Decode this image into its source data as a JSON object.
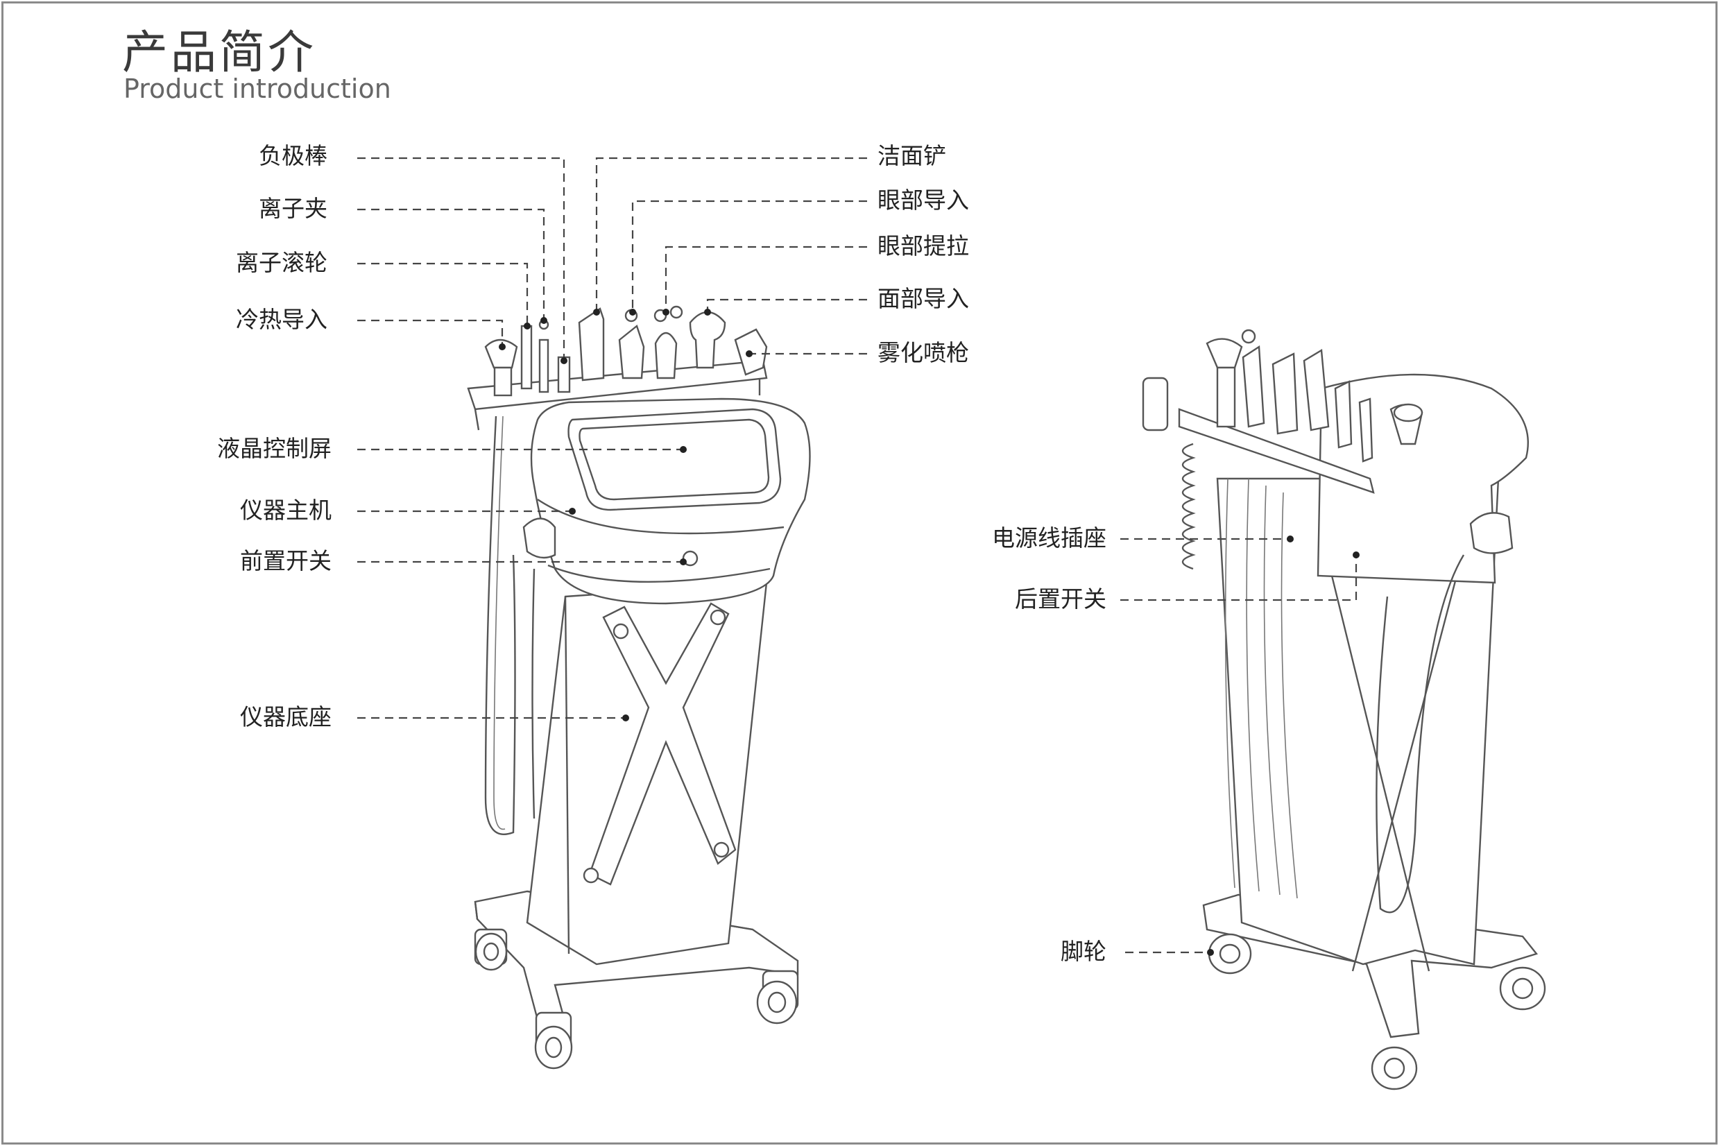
{
  "header": {
    "title_cn": "产品简介",
    "title_en": "Product introduction"
  },
  "labels_front": {
    "fuji_bang": "负极棒",
    "lizi_jia": "离子夹",
    "lizi_gunlun": "离子滚轮",
    "lengre_daoru": "冷热导入",
    "yejing_pingmu": "液晶控制屏",
    "yiqi_zhuji": "仪器主机",
    "qianzhi_kaiguan": "前置开关",
    "yiqi_dizuo": "仪器底座",
    "jiemian_chan": "洁面铲",
    "yanbu_daoru": "眼部导入",
    "yanbu_tila": "眼部提拉",
    "mianbu_daoru": "面部导入",
    "wuhua_penqiang": "雾化喷枪"
  },
  "labels_back": {
    "dianyuan_chazuo": "电源线插座",
    "houzhi_kaiguan": "后置开关",
    "jiaolun": "脚轮"
  },
  "colors": {
    "line": "#555555",
    "text": "#222222",
    "frame": "#8a8a8a"
  }
}
